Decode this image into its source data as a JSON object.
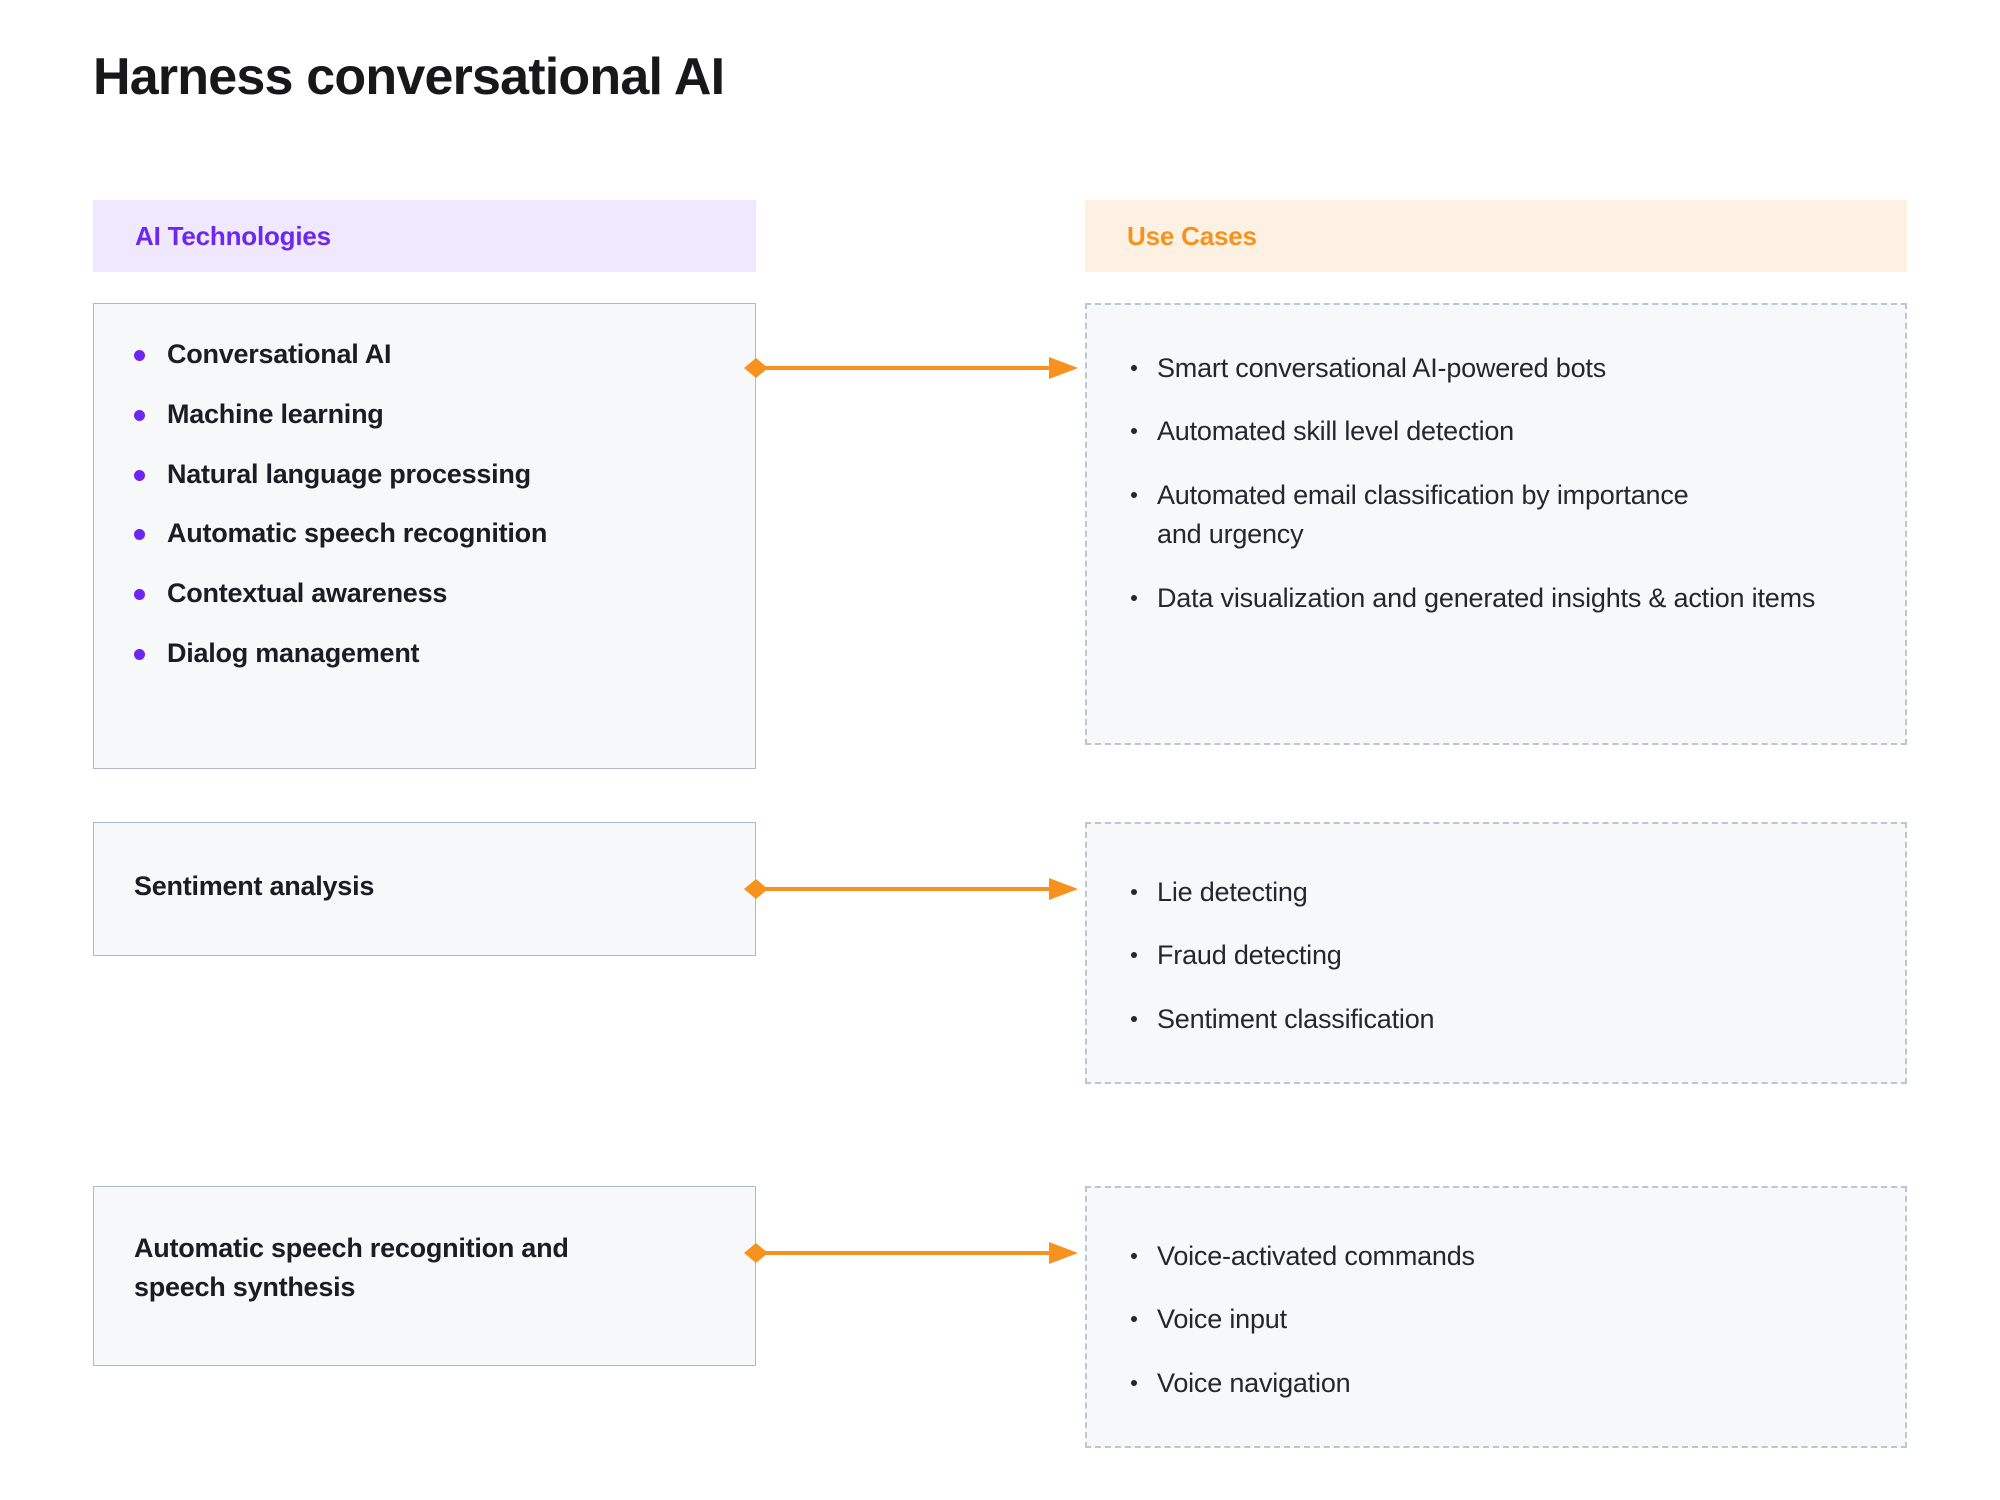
{
  "title": "Harness conversational AI",
  "colors": {
    "purple_accent": "#6C27F0",
    "purple_band": "#F0E8FE",
    "orange_accent": "#F7921E",
    "orange_band": "#FDF1E3",
    "box_fill": "#F6F8FA",
    "solid_border": "#AEB9C6",
    "dashed_border": "#BCC5D0",
    "text": "#1c1c22"
  },
  "columns": {
    "left_header": "AI Technologies",
    "right_header": "Use Cases"
  },
  "rows": [
    {
      "left": {
        "type": "list",
        "items": [
          "Conversational AI",
          "Machine learning",
          "Natural language processing",
          "Automatic speech recognition",
          "Contextual awareness",
          "Dialog management"
        ]
      },
      "right": {
        "items": [
          "Smart conversational AI-powered bots",
          "Automated skill level detection",
          "Automated email classification by importance and urgency",
          "Data visualization and generated insights & action items"
        ]
      }
    },
    {
      "left": {
        "type": "label",
        "label": "Sentiment analysis"
      },
      "right": {
        "items": [
          "Lie detecting",
          "Fraud detecting",
          "Sentiment classification"
        ]
      }
    },
    {
      "left": {
        "type": "label",
        "label": "Automatic speech recognition and speech synthesis"
      },
      "right": {
        "items": [
          "Voice-activated commands",
          "Voice input",
          "Voice navigation"
        ]
      }
    }
  ]
}
